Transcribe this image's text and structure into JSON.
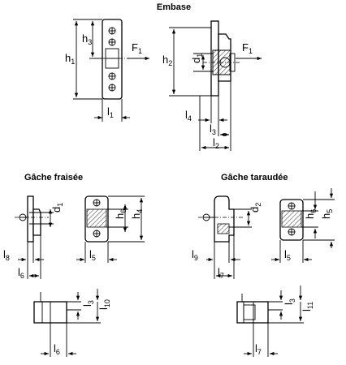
{
  "titles": {
    "top": "Embase",
    "left": "Gâche fraisée",
    "right": "Gâche taraudée"
  },
  "labels": {
    "h1": {
      "base": "h",
      "sub": "1"
    },
    "h2": {
      "base": "h",
      "sub": "2"
    },
    "h3": {
      "base": "h",
      "sub": "3"
    },
    "h4": {
      "base": "h",
      "sub": "4"
    },
    "h5": {
      "base": "h",
      "sub": "5"
    },
    "h6a": {
      "base": "h",
      "sub": "6"
    },
    "h6b": {
      "base": "h",
      "sub": "6"
    },
    "d1a": {
      "base": "d",
      "sub": "1"
    },
    "d1b": {
      "base": "d",
      "sub": "1"
    },
    "d2": {
      "base": "d",
      "sub": "2"
    },
    "F1a": {
      "base": "F",
      "sub": "1"
    },
    "F1b": {
      "base": "F",
      "sub": "1"
    },
    "l1": {
      "base": "l",
      "sub": "1"
    },
    "l2": {
      "base": "l",
      "sub": "2"
    },
    "l3a": {
      "base": "l",
      "sub": "3"
    },
    "l3b": {
      "base": "l",
      "sub": "3"
    },
    "l3c": {
      "base": "l",
      "sub": "3"
    },
    "l4": {
      "base": "l",
      "sub": "4"
    },
    "l5a": {
      "base": "l",
      "sub": "5"
    },
    "l5b": {
      "base": "l",
      "sub": "5"
    },
    "l6a": {
      "base": "l",
      "sub": "6"
    },
    "l6b": {
      "base": "l",
      "sub": "6"
    },
    "l7a": {
      "base": "l",
      "sub": "7"
    },
    "l7b": {
      "base": "l",
      "sub": "7"
    },
    "l8": {
      "base": "l",
      "sub": "8"
    },
    "l9": {
      "base": "l",
      "sub": "9"
    },
    "l10": {
      "base": "l",
      "sub": "10"
    },
    "l11": {
      "base": "l",
      "sub": "11"
    }
  }
}
